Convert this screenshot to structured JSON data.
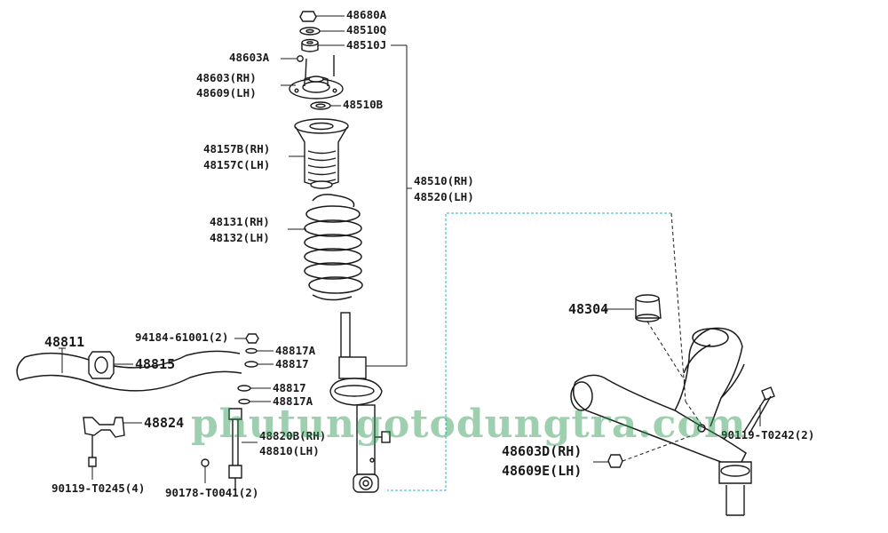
{
  "labels": {
    "p48680A": "48680A",
    "p48510Q": "48510Q",
    "p48510J": "48510J",
    "p48603A": "48603A",
    "p48603": "48603(RH)",
    "p48609": "48609(LH)",
    "p48510B": "48510B",
    "p48157B": "48157B(RH)",
    "p48157C": "48157C(LH)",
    "p48131": "48131(RH)",
    "p48132": "48132(LH)",
    "p48510": "48510(RH)",
    "p48520": "48520(LH)",
    "p48304": "48304",
    "p48811": "48811",
    "p94184": "94184-61001(2)",
    "p48817A_1": "48817A",
    "p48817_1": "48817",
    "p48815": "48815",
    "p48817_2": "48817",
    "p48817A_2": "48817A",
    "p48824": "48824",
    "p48820B": "48820B(RH)",
    "p48810": "48810(LH)",
    "p90119a": "90119-T0245(4)",
    "p90178": "90178-T0041(2)",
    "p48603D": "48603D(RH)",
    "p48609E": "48609E(LH)",
    "p90119b": "90119-T0242(2)"
  },
  "watermark": "phutungotodungtra.com",
  "colors": {
    "line": "#1a1a1a",
    "link": "#29b6c8",
    "watermark": "#2e9650"
  }
}
